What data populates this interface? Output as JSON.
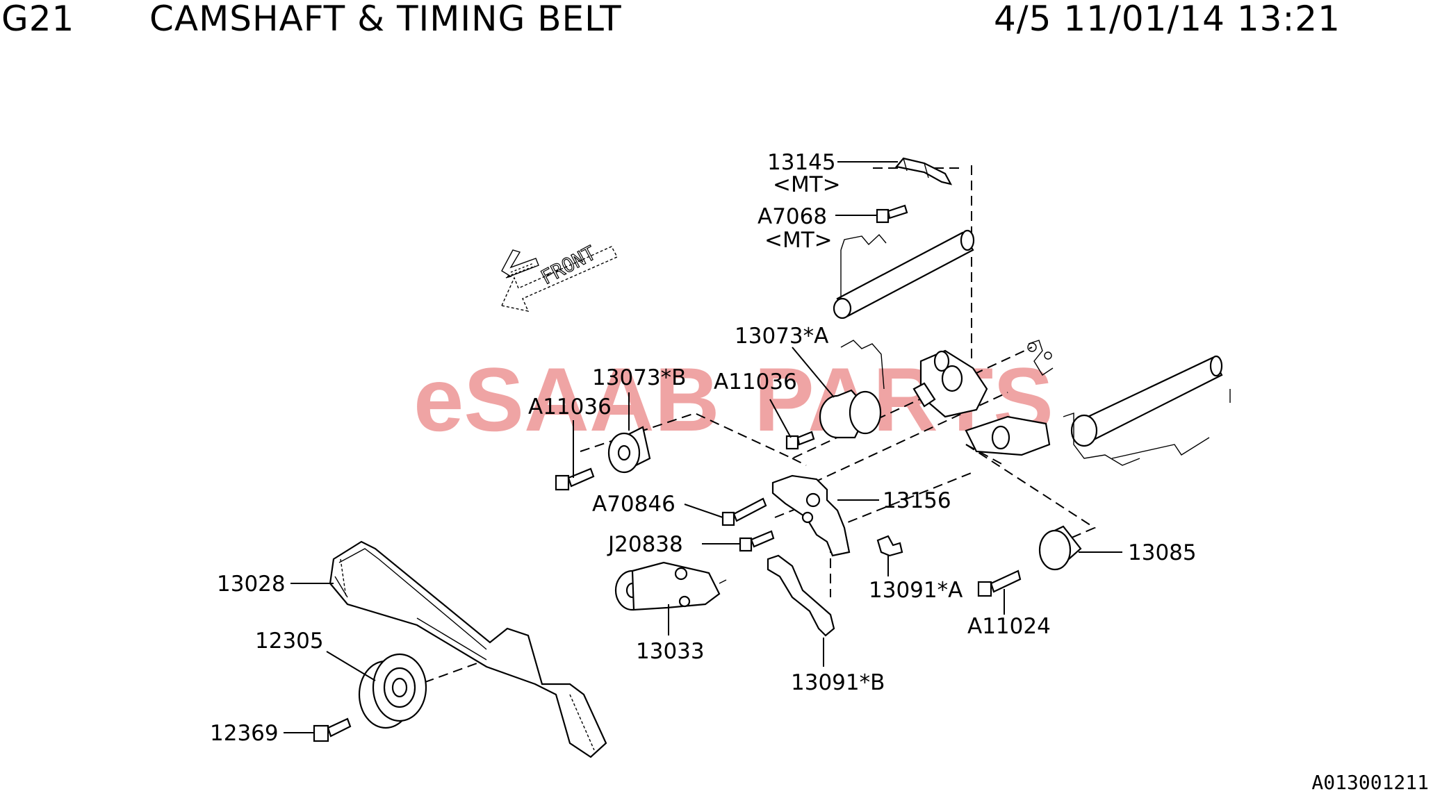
{
  "header": {
    "code": "G21",
    "title": "CAMSHAFT & TIMING BELT",
    "page_info": "4/5 11/01/14 13:21"
  },
  "diagram_ref": "A013001211",
  "watermark": {
    "part1": "eSAAB",
    "part2": "PARTS",
    "color": "#e35b5b"
  },
  "front_label": "FRONT",
  "labels": {
    "p13145": "13145",
    "mt1": "<MT>",
    "a7068": "A7068",
    "mt2": "<MT>",
    "p13073a": "13073*A",
    "p13073b": "13073*B",
    "a11036_left": "A11036",
    "a11036_mid": "A11036",
    "a70846": "A70846",
    "p13156": "13156",
    "j20838": "J20838",
    "p13091a": "13091*A",
    "p13085": "13085",
    "a11024": "A11024",
    "p13028": "13028",
    "p13033": "13033",
    "p12305": "12305",
    "p13091b": "13091*B",
    "p12369": "12369"
  }
}
